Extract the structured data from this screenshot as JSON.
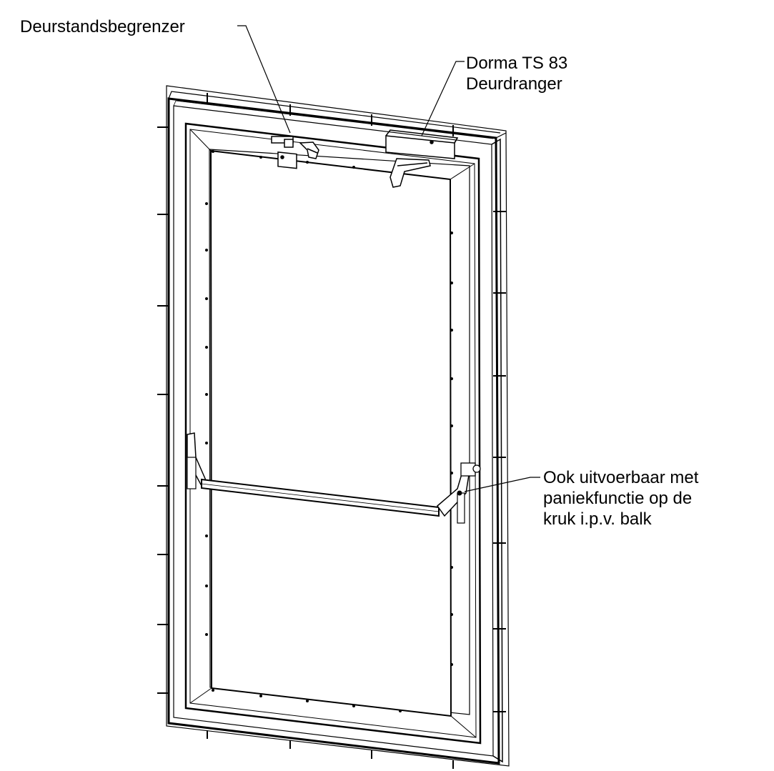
{
  "callouts": {
    "door_stop_limiter": "Deurstandsbegrenzer",
    "door_closer": [
      "Dorma TS 83",
      "Deurdranger"
    ],
    "panic_function_note": [
      "Ook uitvoerbaar met",
      "paniekfunctie op de",
      "kruk i.p.v. balk"
    ]
  },
  "colors": {
    "line": "#000000",
    "background": "#ffffff",
    "panel": "#ffffff"
  }
}
